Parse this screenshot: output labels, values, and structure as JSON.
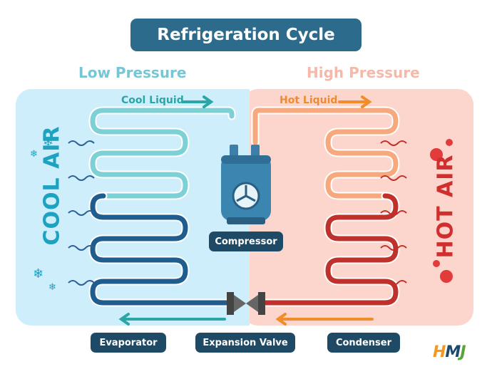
{
  "title": "Refrigeration Cycle",
  "low_pressure": "Low Pressure",
  "high_pressure": "High Pressure",
  "cool_liquid": "Cool Liquid",
  "hot_liquid": "Hot Liquid",
  "cool_air": "COOL AIR",
  "hot_air": "HOT AIR",
  "labels": {
    "evaporator": "Evaporator",
    "expansion_valve": "Expansion Valve",
    "condenser": "Condenser",
    "compressor": "Compressor"
  },
  "logo": "HMJ",
  "colors": {
    "cool_panel": "#cdeefa",
    "hot_panel": "#fcd6cc",
    "cool_pipe_light": "#7dd1d6",
    "cool_pipe_dark": "#1f5d8f",
    "hot_pipe_light": "#f7a87c",
    "hot_pipe_dark": "#c0312b",
    "orange_arrow": "#f28c28",
    "teal_arrow": "#2aa6a6",
    "label_bg": "#1f4a66",
    "title_bg": "#2d6b8c"
  }
}
